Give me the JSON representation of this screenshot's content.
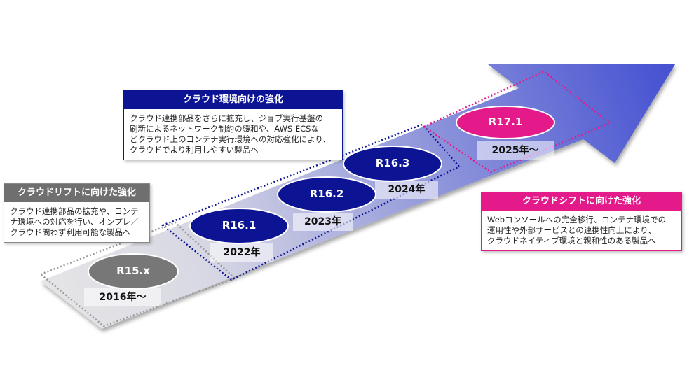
{
  "colors": {
    "gray": "#6f6f6f",
    "navy": "#0d1494",
    "pink": "#e4198a",
    "arrow": "#4a55d0"
  },
  "stages": [
    {
      "version": "R15.x",
      "year": "2016年〜",
      "color": "#777777"
    },
    {
      "version": "R16.1",
      "year": "2022年",
      "color": "#0d1494"
    },
    {
      "version": "R16.2",
      "year": "2023年",
      "color": "#0d1494"
    },
    {
      "version": "R16.3",
      "year": "2024年",
      "color": "#0d1494"
    },
    {
      "version": "R17.1",
      "year": "2025年〜",
      "color": "#e4198a"
    }
  ],
  "boxes": {
    "drift": {
      "title": "クラウドリフトに向けた強化",
      "lines": [
        "クラウド連携部品の拡充や、コンテ",
        "ナ環境への対応を行い、オンプレ／",
        "クラウド問わず利用可能な製品へ"
      ]
    },
    "env": {
      "title": "クラウド環境向けの強化",
      "lines": [
        "クラウド連携部品をさらに拡充し、ジョブ実行基盤の",
        "刷新によるネットワーク制約の緩和や、AWS ECSな",
        "どクラウド上のコンテナ実行環境への対応強化により、",
        "クラウドでより利用しやすい製品へ"
      ]
    },
    "shift": {
      "title": "クラウドシフトに向けた強化",
      "lines": [
        "Webコンソールへの完全移行、コンテナ環境での",
        "運用性や外部サービスとの連携性向上により、",
        "クラウドネイティブ環境と親和性のある製品へ"
      ]
    }
  }
}
